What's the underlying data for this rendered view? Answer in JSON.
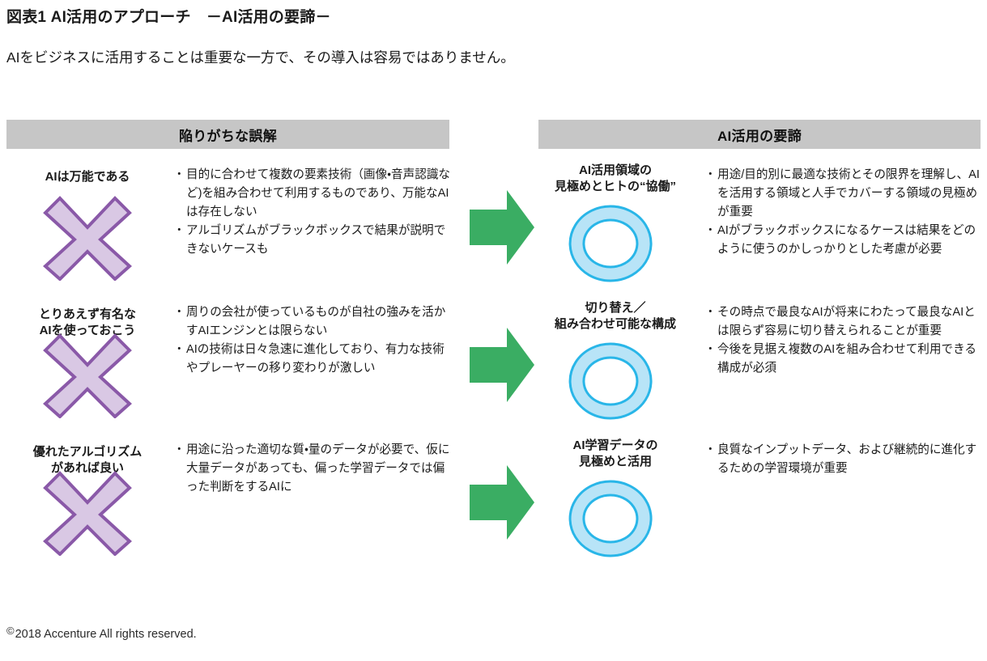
{
  "slide": {
    "title": "図表1  AI活用のアプローチ　－AI活用の要諦－",
    "subtitle": "AIをビジネスに活用することは重要な一方で、その導入は容易ではありません。",
    "footer_mark": "©",
    "footer_text": "2018 Accenture All rights reserved."
  },
  "columns": {
    "left_header": "陥りがちな誤解",
    "right_header": "AI活用の要諦"
  },
  "colors": {
    "header_bar": "#c6c6c6",
    "x_fill": "#d9c8e4",
    "x_stroke": "#8a59a8",
    "ring_fill": "#b8e4f7",
    "ring_stroke": "#29b6e8",
    "arrow": "#3aad63",
    "text": "#1a1a1a"
  },
  "icons": {
    "misconception": "cross-x-icon",
    "keypoint": "ring-donut-icon",
    "connector": "right-arrow-icon"
  },
  "rows": [
    {
      "left_label": "AIは万能である",
      "left_bullets": [
        "目的に合わせて複数の要素技術（画像・音声認識など)を組み合わせて利用するものであり、万能なAIは存在しない",
        "アルゴリズムがブラックボックスで結果が説明できないケースも"
      ],
      "right_label": "AI活用領域の\n見極めとヒトの“協働”",
      "right_bullets": [
        "用途/目的別に最適な技術とその限界を理解し、AIを活用する領域と人手でカバーする領域の見極めが重要",
        "AIがブラックボックスになるケースは結果をどのように使うのかしっかりとした考慮が必要"
      ]
    },
    {
      "left_label": "とりあえず有名な\nAIを使っておこう",
      "left_bullets": [
        "周りの会社が使っているものが自社の強みを活かすAIエンジンとは限らない",
        "AIの技術は日々急速に進化しており、有力な技術やプレーヤーの移り変わりが激しい"
      ],
      "right_label": "切り替え／\n組み合わせ可能な構成",
      "right_bullets": [
        "その時点で最良なAIが将来にわたって最良なAIとは限らず容易に切り替えられることが重要",
        "今後を見据え複数のAIを組み合わせて利用できる構成が必須"
      ]
    },
    {
      "left_label": "優れたアルゴリズム\nがあれば良い",
      "left_bullets": [
        "用途に沿った適切な質・量のデータが必要で、仮に大量データがあっても、偏った学習データでは偏った判断をするAIに"
      ],
      "right_label": "AI学習データの\n見極めと活用",
      "right_bullets": [
        "良質なインプットデータ、および継続的に進化するための学習環境が重要"
      ]
    }
  ]
}
